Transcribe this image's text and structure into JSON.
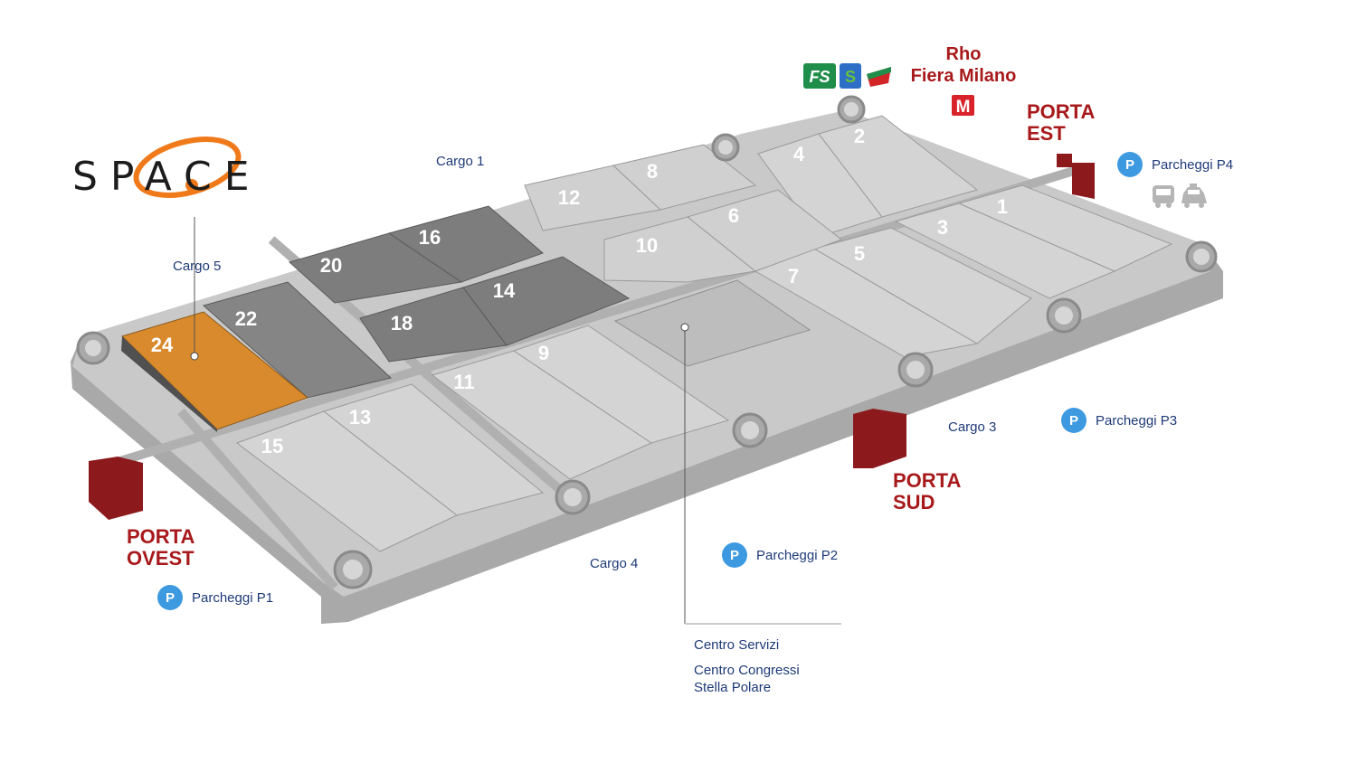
{
  "logo": {
    "text": "SPACE",
    "ring_color": "#f07a1a"
  },
  "station": {
    "name_line1": "Rho",
    "name_line2": "Fiera Milano",
    "metro_symbol": "M",
    "icons": [
      "trenitalia-icon",
      "suburban-s-icon",
      "frecce-icon",
      "metro-icon"
    ]
  },
  "halls": [
    {
      "id": "h2",
      "label": "2"
    },
    {
      "id": "h4",
      "label": "4"
    },
    {
      "id": "h1",
      "label": "1"
    },
    {
      "id": "h3",
      "label": "3"
    },
    {
      "id": "h5",
      "label": "5"
    },
    {
      "id": "h6",
      "label": "6"
    },
    {
      "id": "h7",
      "label": "7"
    },
    {
      "id": "h8",
      "label": "8"
    },
    {
      "id": "h9",
      "label": "9"
    },
    {
      "id": "h10",
      "label": "10"
    },
    {
      "id": "h11",
      "label": "11"
    },
    {
      "id": "h12",
      "label": "12"
    },
    {
      "id": "h13",
      "label": "13"
    },
    {
      "id": "h14",
      "label": "14"
    },
    {
      "id": "h15",
      "label": "15"
    },
    {
      "id": "h16",
      "label": "16"
    },
    {
      "id": "h18",
      "label": "18"
    },
    {
      "id": "h20",
      "label": "20"
    },
    {
      "id": "h22",
      "label": "22"
    },
    {
      "id": "h24",
      "label": "24",
      "highlighted": true
    }
  ],
  "highlight_color": "#d98a2c",
  "gates": {
    "est": {
      "line1": "PORTA",
      "line2": "EST"
    },
    "sud": {
      "line1": "PORTA",
      "line2": "SUD"
    },
    "ovest": {
      "line1": "PORTA",
      "line2": "OVEST"
    }
  },
  "gate_color": "#a8191b",
  "cargo": {
    "c1": "Cargo 1",
    "c3": "Cargo 3",
    "c4": "Cargo 4",
    "c5": "Cargo 5"
  },
  "parking": {
    "symbol": "P",
    "p1": "Parcheggi P1",
    "p2": "Parcheggi P2",
    "p3": "Parcheggi P3",
    "p4": "Parcheggi P4"
  },
  "transport_icons": [
    "bus-icon",
    "taxi-icon"
  ],
  "services": {
    "line1": "Centro Servizi",
    "line2": "Centro Congressi",
    "line3": "Stella Polare"
  }
}
